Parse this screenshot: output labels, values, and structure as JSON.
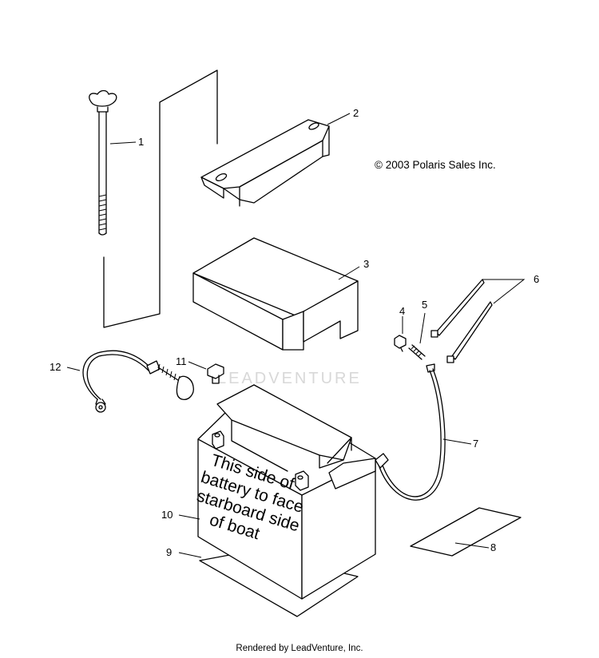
{
  "copyright": "© 2003 Polaris Sales Inc.",
  "watermark": "LEADVENTURE",
  "footer": "Rendered by LeadVenture, Inc.",
  "battery_decal": {
    "line1": "This side of",
    "line2": "battery to face",
    "line3": "starboard side",
    "line4": "of boat"
  },
  "callouts": {
    "c1": "1",
    "c2": "2",
    "c3": "3",
    "c4": "4",
    "c5": "5",
    "c6": "6",
    "c7": "7",
    "c8": "8",
    "c9": "9",
    "c10": "10",
    "c11": "11",
    "c12": "12"
  }
}
